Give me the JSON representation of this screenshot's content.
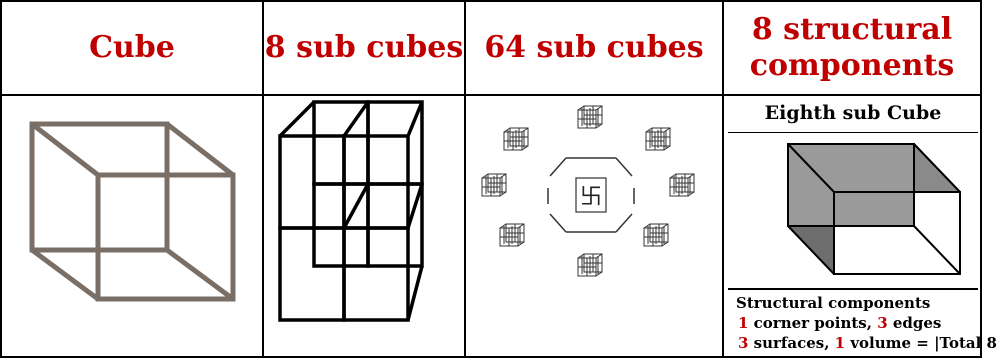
{
  "headers": [
    "Cube",
    "8 sub cubes",
    "64 sub cubes",
    "8 structural components"
  ],
  "eighth_panel": {
    "title": "Eighth sub Cube",
    "components_title": "Structural components",
    "line1": {
      "n1": "1",
      "t1": " corner points, ",
      "n2": "3",
      "t2": " edges"
    },
    "line2": {
      "n1": "3",
      "t1": " surfaces, ",
      "n2": "1",
      "t2": " volume = |Total 8"
    }
  },
  "center_glyph": "卐",
  "colors": {
    "header_red": "#c00000",
    "cube_gray": "#7a6f66"
  }
}
